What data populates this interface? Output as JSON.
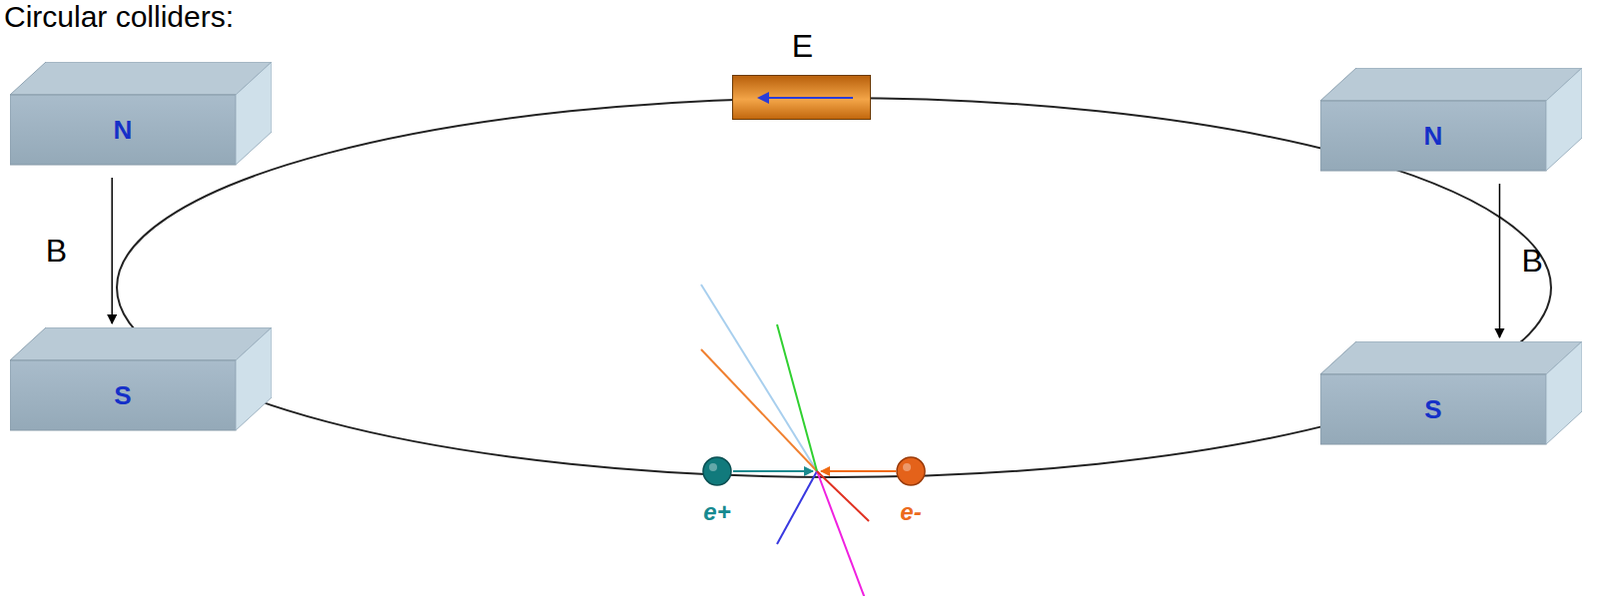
{
  "diagram": {
    "title": "Circular colliders:",
    "nodes": [
      {
        "text": [
          "N"
        ]
      },
      {
        "text": [
          "E"
        ]
      },
      {
        "text": [
          "N"
        ]
      },
      {
        "text": [
          "S"
        ]
      },
      {
        "text": [
          "S"
        ]
      },
      {
        "text": [
          "e+"
        ]
      },
      {
        "text": [
          "e-"
        ]
      }
    ],
    "edges": [
      {
        "from": 0,
        "to": 3,
        "label": "B",
        "arrow": "to"
      },
      {
        "from": 2,
        "to": 4,
        "label": "B",
        "arrow": "to"
      }
    ]
  }
}
